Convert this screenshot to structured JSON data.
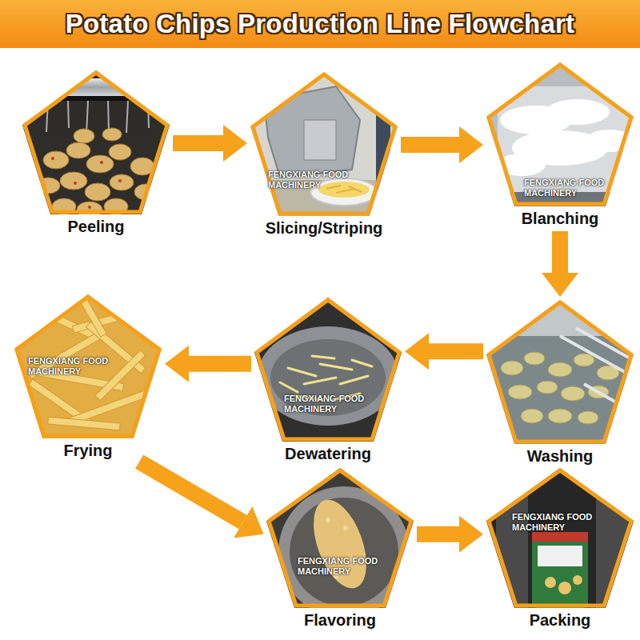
{
  "diagram": {
    "title": "Potato Chips Production Line Flowchart",
    "nodes": [
      {
        "text": [
          "Peeling"
        ]
      },
      {
        "text": [
          "Slicing/Striping"
        ]
      },
      {
        "text": [
          "Blanching"
        ]
      },
      {
        "text": [
          "Washing"
        ]
      },
      {
        "text": [
          "Dewatering"
        ]
      },
      {
        "text": [
          "Frying"
        ]
      },
      {
        "text": [
          "Flavoring"
        ]
      },
      {
        "text": [
          "Packing"
        ]
      }
    ],
    "edges": [
      {
        "from": 0,
        "to": 1,
        "arrow": "to"
      },
      {
        "from": 1,
        "to": 2,
        "arrow": "to"
      },
      {
        "from": 2,
        "to": 3,
        "arrow": "to"
      },
      {
        "from": 3,
        "to": 4,
        "arrow": "to"
      },
      {
        "from": 4,
        "to": 5,
        "arrow": "to"
      },
      {
        "from": 5,
        "to": 6,
        "arrow": "to"
      },
      {
        "from": 6,
        "to": 7,
        "arrow": "to"
      }
    ],
    "labels": [
      "FENGXIANG FOOD MACHINERY",
      "FENGXIANG FOOD MACHINERY",
      "FENGXIANG FOOD MACHINERY",
      "FENGXIANG FOOD MACHINERY",
      "FENGXIANG FOOD MACHINERY",
      "FENGXIANG FOOD MACHINERY"
    ]
  }
}
